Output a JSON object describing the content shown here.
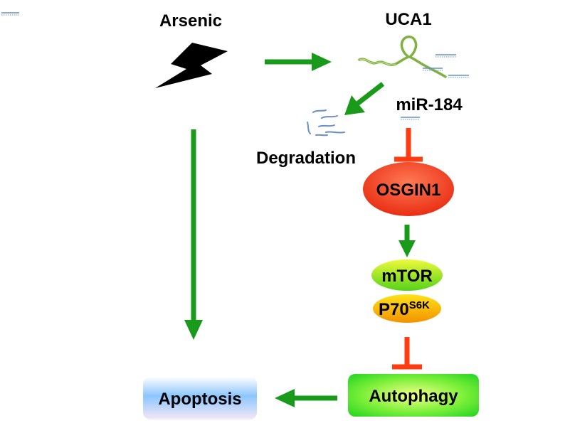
{
  "labels": {
    "arsenic": "Arsenic",
    "uca1": "UCA1",
    "mir184": "miR-184",
    "degradation": "Degradation",
    "osgin1": "OSGIN1",
    "mtor": "mTOR",
    "p70": "P70",
    "p70_superscript": "S6K",
    "autophagy": "Autophagy",
    "apoptosis": "Apoptosis"
  },
  "colors": {
    "activation_arrow": "#1a9a1a",
    "inhibition": "#ff3b0f",
    "rna_strand": "#7fb241",
    "mirna_strand": "#6a8fc4",
    "osgin1_fill": "#ff3a1e",
    "mtor_fill": "#d9f21a",
    "p70_fill": "#ffb000",
    "autophagy_fill": "#33e033",
    "apoptosis_fill": "#9fcfff",
    "lightning": "#000000"
  },
  "edges": [
    {
      "from": "arsenic",
      "to": "uca1",
      "type": "activation"
    },
    {
      "from": "uca1",
      "to": "mir184",
      "type": "degradation"
    },
    {
      "from": "mir184",
      "to": "osgin1",
      "type": "inhibition"
    },
    {
      "from": "osgin1",
      "to": "mtor",
      "type": "activation"
    },
    {
      "from": "p70",
      "to": "autophagy",
      "type": "inhibition"
    },
    {
      "from": "autophagy",
      "to": "apoptosis",
      "type": "activation"
    },
    {
      "from": "arsenic",
      "to": "apoptosis",
      "type": "activation"
    }
  ]
}
